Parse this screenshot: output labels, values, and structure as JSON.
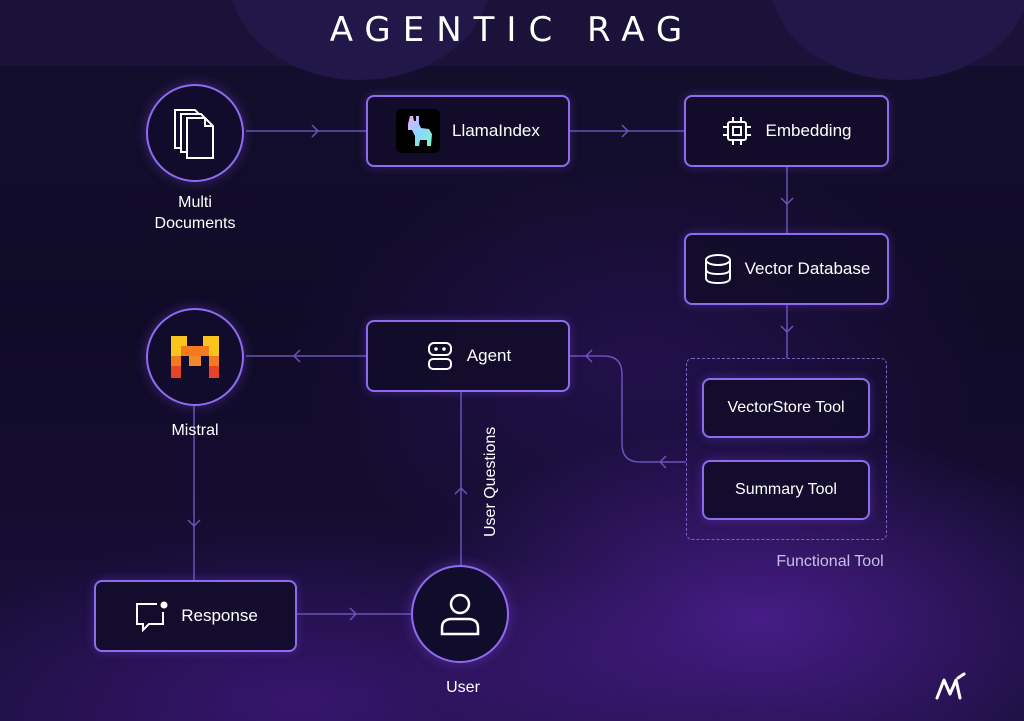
{
  "title": "AGENTIC RAG",
  "nodes": {
    "multi_documents": {
      "label_line1": "Multi",
      "label_line2": "Documents",
      "icon": "documents-icon"
    },
    "llamaindex": {
      "label": "LlamaIndex",
      "icon": "llama-logo"
    },
    "embedding": {
      "label": "Embedding",
      "icon": "chip-icon"
    },
    "vector_database": {
      "label": "Vector Database",
      "icon": "database-icon"
    },
    "vectorstore_tool": {
      "label": "VectorStore Tool"
    },
    "summary_tool": {
      "label": "Summary Tool"
    },
    "functional_tool": {
      "label": "Functional Tool"
    },
    "agent": {
      "label": "Agent",
      "icon": "robot-icon"
    },
    "mistral": {
      "label": "Mistral",
      "icon": "mistral-logo"
    },
    "response": {
      "label": "Response",
      "icon": "chat-bubble-icon"
    },
    "user": {
      "label": "User",
      "icon": "user-icon"
    }
  },
  "edges": {
    "user_questions": "User Questions"
  },
  "colors": {
    "border": "#8f6bf0",
    "background": "#100b27",
    "text": "#ffffff",
    "mistral_orange": "#f47a1f",
    "mistral_yellow": "#f9c51b",
    "mistral_red": "#e8422b"
  },
  "brand_mark": "M-logo-icon"
}
